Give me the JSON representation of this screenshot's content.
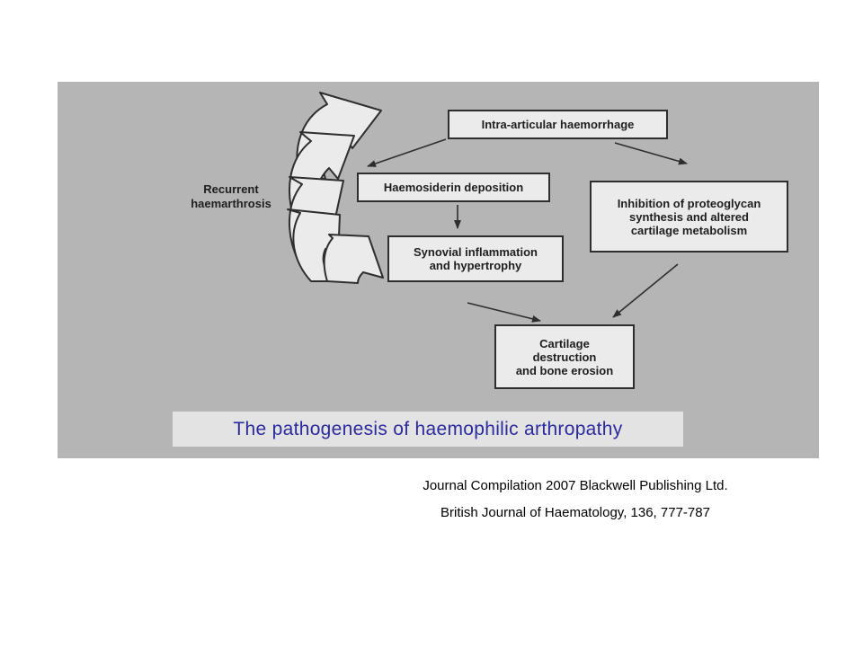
{
  "diagram": {
    "nodes": {
      "intra_articular": "Intra-articular haemorrhage",
      "haemosiderin": "Haemosiderin deposition",
      "synovial": "Synovial inflammation\nand hypertrophy",
      "proteoglycan": "Inhibition of proteoglycan\nsynthesis and altered\ncartilage metabolism",
      "cartilage": "Cartilage\ndestruction\nand bone erosion"
    },
    "recurrent_label": "Recurrent\nhaemarthrosis",
    "caption": "The pathogenesis of haemophilic arthropathy"
  },
  "citation": {
    "line1": "Journal Compilation 2007 Blackwell Publishing Ltd.",
    "line2": "British Journal of Haematology, 136, 777-787"
  }
}
